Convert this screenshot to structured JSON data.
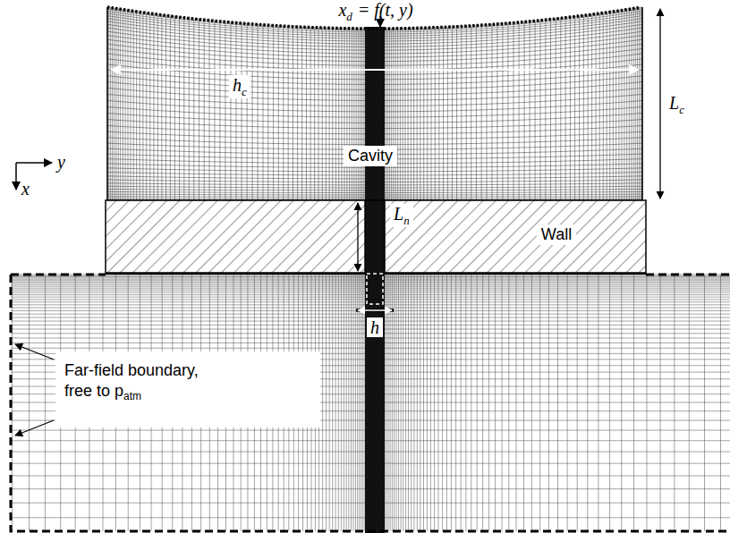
{
  "diagram": {
    "nodes": [
      {
        "text": [
          "Cavity"
        ]
      },
      {
        "text": [
          "Wall"
        ]
      },
      {
        "text": [
          "Far-field boundary, free to p",
          "atm"
        ]
      }
    ],
    "labels": [
      "x",
      "d",
      "= f(t, y)",
      "h",
      "c",
      "L",
      "c",
      "L",
      "n",
      "h",
      "y",
      "x"
    ]
  }
}
